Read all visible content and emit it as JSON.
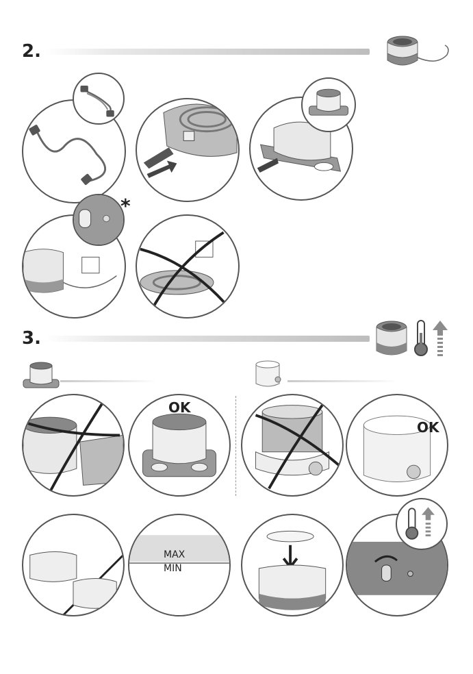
{
  "section2": {
    "number": "2."
  },
  "section3": {
    "number": "3."
  },
  "labels": {
    "ok": "OK",
    "max": "MAX",
    "min": "MIN",
    "note": "*"
  },
  "colors": {
    "dark": "#555555",
    "mid": "#9a9a9a",
    "light": "#e6e6e6",
    "heat_arrow": "#8c8c8c"
  }
}
